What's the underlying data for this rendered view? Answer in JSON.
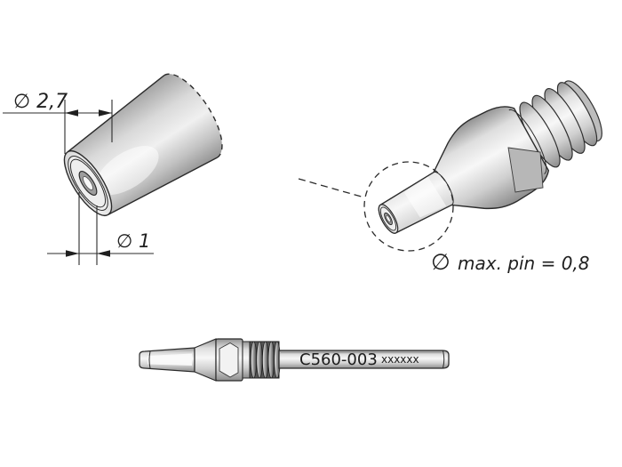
{
  "colors": {
    "background": "#ffffff",
    "line": "#2b2b2b",
    "metal_light": "#f5f5f5",
    "metal_mid": "#d4d4d4",
    "metal_dark": "#8f8f8f",
    "thread_dark": "#4a4a4a"
  },
  "detail_view": {
    "dim_outer": "∅ 2,7",
    "dim_inner": "∅ 1"
  },
  "perspective_view": {
    "diameter_symbol": "∅",
    "max_pin_text": "max. pin = 0,8"
  },
  "profile_view": {
    "part_number": "C560-003",
    "marking": "xxxxxx"
  }
}
